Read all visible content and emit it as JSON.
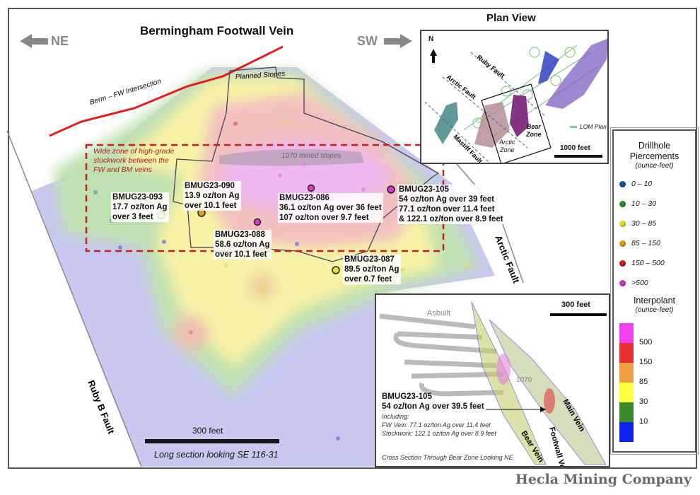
{
  "title": "Bermingham Footwall Vein",
  "directions": {
    "left": "NE",
    "right": "SW"
  },
  "map_labels": {
    "intersection": "Berm – FW Intersection",
    "planned_stopes": "Planned Stopes",
    "mined_stopes": "1070 mined stopes",
    "wide_zone": [
      "Wide zone of high-grade",
      "stockwork between the",
      "FW and BM veins"
    ],
    "arctic_fault": "Arctic Fault",
    "ruby_b_fault": "Ruby B Fault",
    "scale": "300 feet",
    "section_caption": "Long section looking SE 116-31"
  },
  "drillholes": [
    {
      "id": "BMUG23-093",
      "lines": [
        "17.7 oz/ton Ag",
        "over 3 feet"
      ],
      "color": "#e8de30"
    },
    {
      "id": "BMUG23-090",
      "lines": [
        "13.9 oz/ton Ag",
        "over 10.1 feet"
      ],
      "color": "#e0a020"
    },
    {
      "id": "BMUG23-088",
      "lines": [
        "58.6 oz/ton Ag",
        "over 10.1 feet"
      ],
      "color": "#d040c0"
    },
    {
      "id": "BMUG23-086",
      "lines": [
        "36.1 oz/ton Ag over 36 feet",
        "107 oz/ton over 9.7 feet"
      ],
      "color": "#d040c0"
    },
    {
      "id": "BMUG23-105",
      "lines": [
        "54 oz/ton Ag over 39 feet",
        "77.1 oz/ton over 11.4 feet",
        "& 122.1 oz/ton over 8.9 feet"
      ],
      "color": "#d040c0"
    },
    {
      "id": "BMUG23-087",
      "lines": [
        "89.5 oz/ton Ag",
        "over 0.7 feet"
      ],
      "color": "#e8de30"
    }
  ],
  "plan_view": {
    "title": "Plan View",
    "north": "N",
    "ruby_fault": "Ruby Fault",
    "arctic_fault": "Arctic Fault",
    "mastiff_fault": "Mastiff Fault",
    "arctic_zone": [
      "Arctic",
      "Zone"
    ],
    "bear_zone": [
      "Bear",
      "Zone"
    ],
    "lom": "LOM Plan",
    "scale": "1000 feet"
  },
  "legend": {
    "title": [
      "Drillhole",
      "Piercements"
    ],
    "units": "(ounce-feet)",
    "items": [
      {
        "label": "0 – 10",
        "color": "#1f4fa0"
      },
      {
        "label": "10 – 30",
        "color": "#2e8b3a"
      },
      {
        "label": "30 – 85",
        "color": "#e4dc30"
      },
      {
        "label": "85 – 150",
        "color": "#d4a020"
      },
      {
        "label": "150 – 500",
        "color": "#c82020"
      },
      {
        "label": ">500",
        "color": "#c040c0"
      }
    ],
    "interp_title": "Interpolant",
    "interp_units": "(ounce-feet)",
    "ramp": [
      {
        "color": "#f040f0"
      },
      {
        "label": "500",
        "color": "#e83030"
      },
      {
        "label": "150",
        "color": "#f0a040"
      },
      {
        "label": "85",
        "color": "#ffff40"
      },
      {
        "label": "30",
        "color": "#3a8a2a"
      },
      {
        "label": "10",
        "color": "#1020f0"
      }
    ]
  },
  "cross_section": {
    "asbuilt": "Asbuilt",
    "level": "1070",
    "scale": "300 feet",
    "hole": "BMUG23-105",
    "result": "54 oz/ton Ag over 39.5 feet",
    "including": "Including:",
    "fw": "FW Vein: 77.1 oz/ton Ag over 11.4 feet",
    "stockwork": "Stockwork: 122.1 oz/ton Ag over 8.9 feet",
    "bear_vein": "Bear Vein",
    "footwall_vein": "Footwall Vein",
    "main_vein": "Main Vein",
    "caption": "Cross Section Through Bear Zone Looking NE"
  },
  "company": "Hecla Mining Company"
}
